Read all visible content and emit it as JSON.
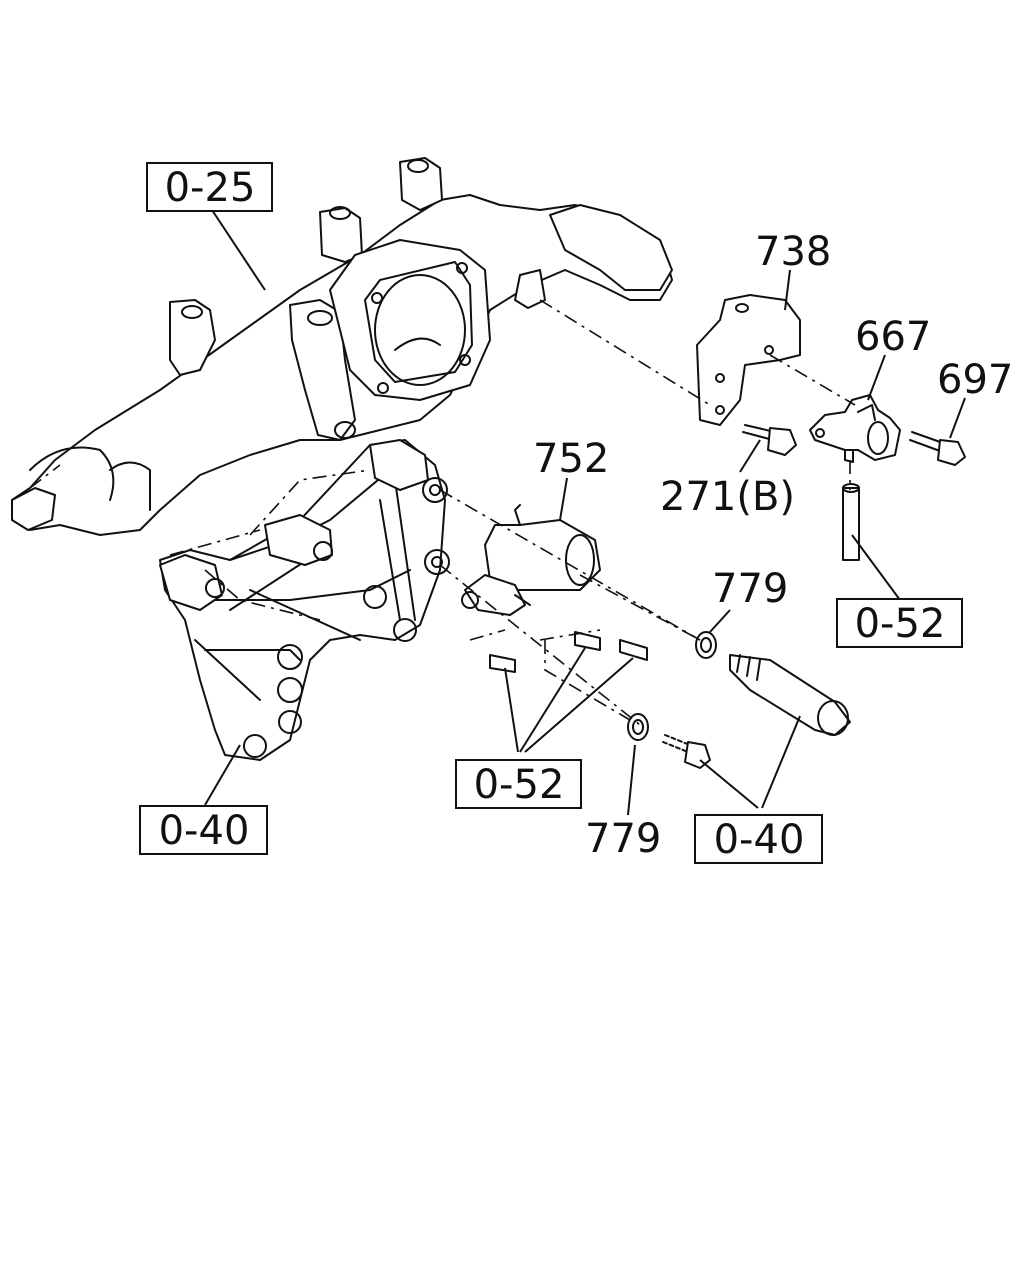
{
  "callouts": {
    "ref_0_25": "0-25",
    "ref_0_52_right": "0-52",
    "ref_0_52_center": "0-52",
    "ref_0_40_left": "0-40",
    "ref_0_40_right": "0-40"
  },
  "part_numbers": {
    "p738": "738",
    "p667": "667",
    "p697": "697",
    "p271b": "271(B)",
    "p752": "752",
    "p779_upper": "779",
    "p779_lower": "779"
  }
}
